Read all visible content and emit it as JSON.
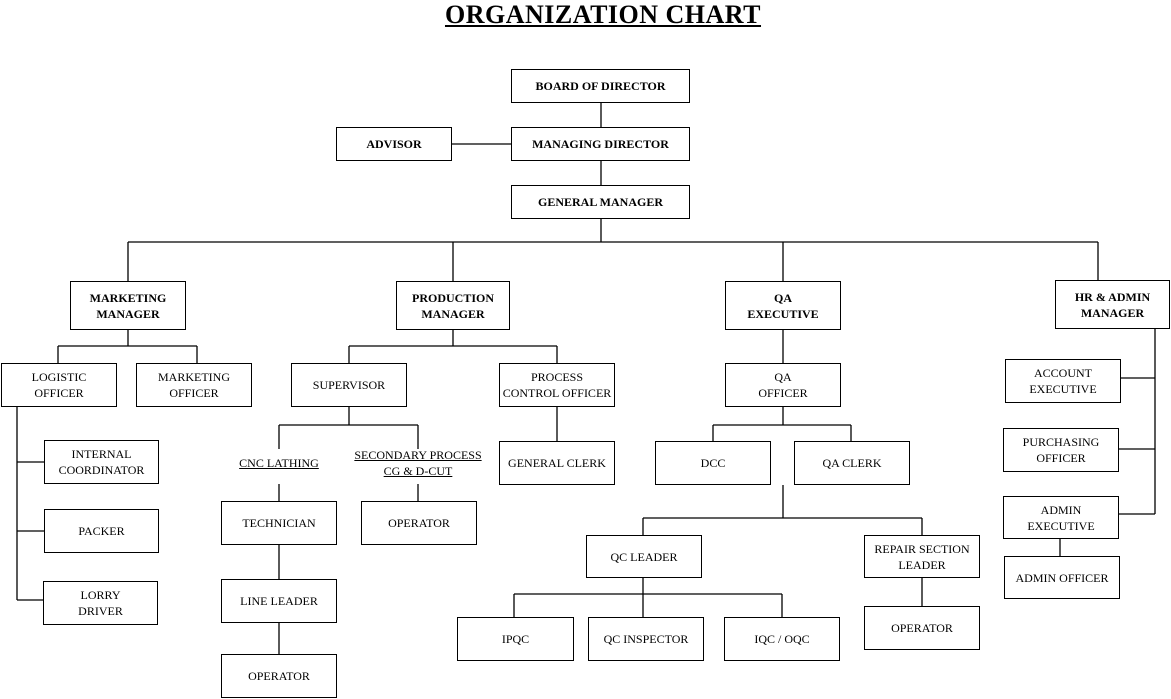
{
  "title": "ORGANIZATION CHART",
  "nodes": {
    "board": "BOARD OF DIRECTOR",
    "advisor": "ADVISOR",
    "md": "MANAGING DIRECTOR",
    "gm": "GENERAL MANAGER",
    "mkt_mgr": "MARKETING MANAGER",
    "prod_mgr": "PRODUCTION MANAGER",
    "qa_exec": "QA EXECUTIVE",
    "hr_mgr": "HR & ADMIN MANAGER",
    "logistic": "LOGISTIC OFFICER",
    "mkt_officer": "MARKETING OFFICER",
    "internal": "INTERNAL COORDINATOR",
    "packer": "PACKER",
    "lorry": "LORRY DRIVER",
    "supervisor": "SUPERVISOR",
    "pco": "PROCESS CONTROL OFFICER",
    "cnc": "CNC LATHING",
    "secondary": "SECONDARY PROCESS CG & D-CUT",
    "general_clerk": "GENERAL CLERK",
    "technician": "TECHNICIAN",
    "operator_sec": "OPERATOR",
    "line_leader": "LINE LEADER",
    "operator_cnc": "OPERATOR",
    "qa_officer": "QA OFFICER",
    "dcc": "DCC",
    "qa_clerk": "QA CLERK",
    "qc_leader": "QC LEADER",
    "repair": "REPAIR SECTION LEADER",
    "ipqc": "IPQC",
    "qc_inspector": "QC INSPECTOR",
    "iqc": "IQC / OQC",
    "operator_repair": "OPERATOR",
    "account": "ACCOUNT EXECUTIVE",
    "purchasing": "PURCHASING OFFICER",
    "admin_exec": "ADMIN EXECUTIVE",
    "admin_officer": "ADMIN OFFICER"
  }
}
